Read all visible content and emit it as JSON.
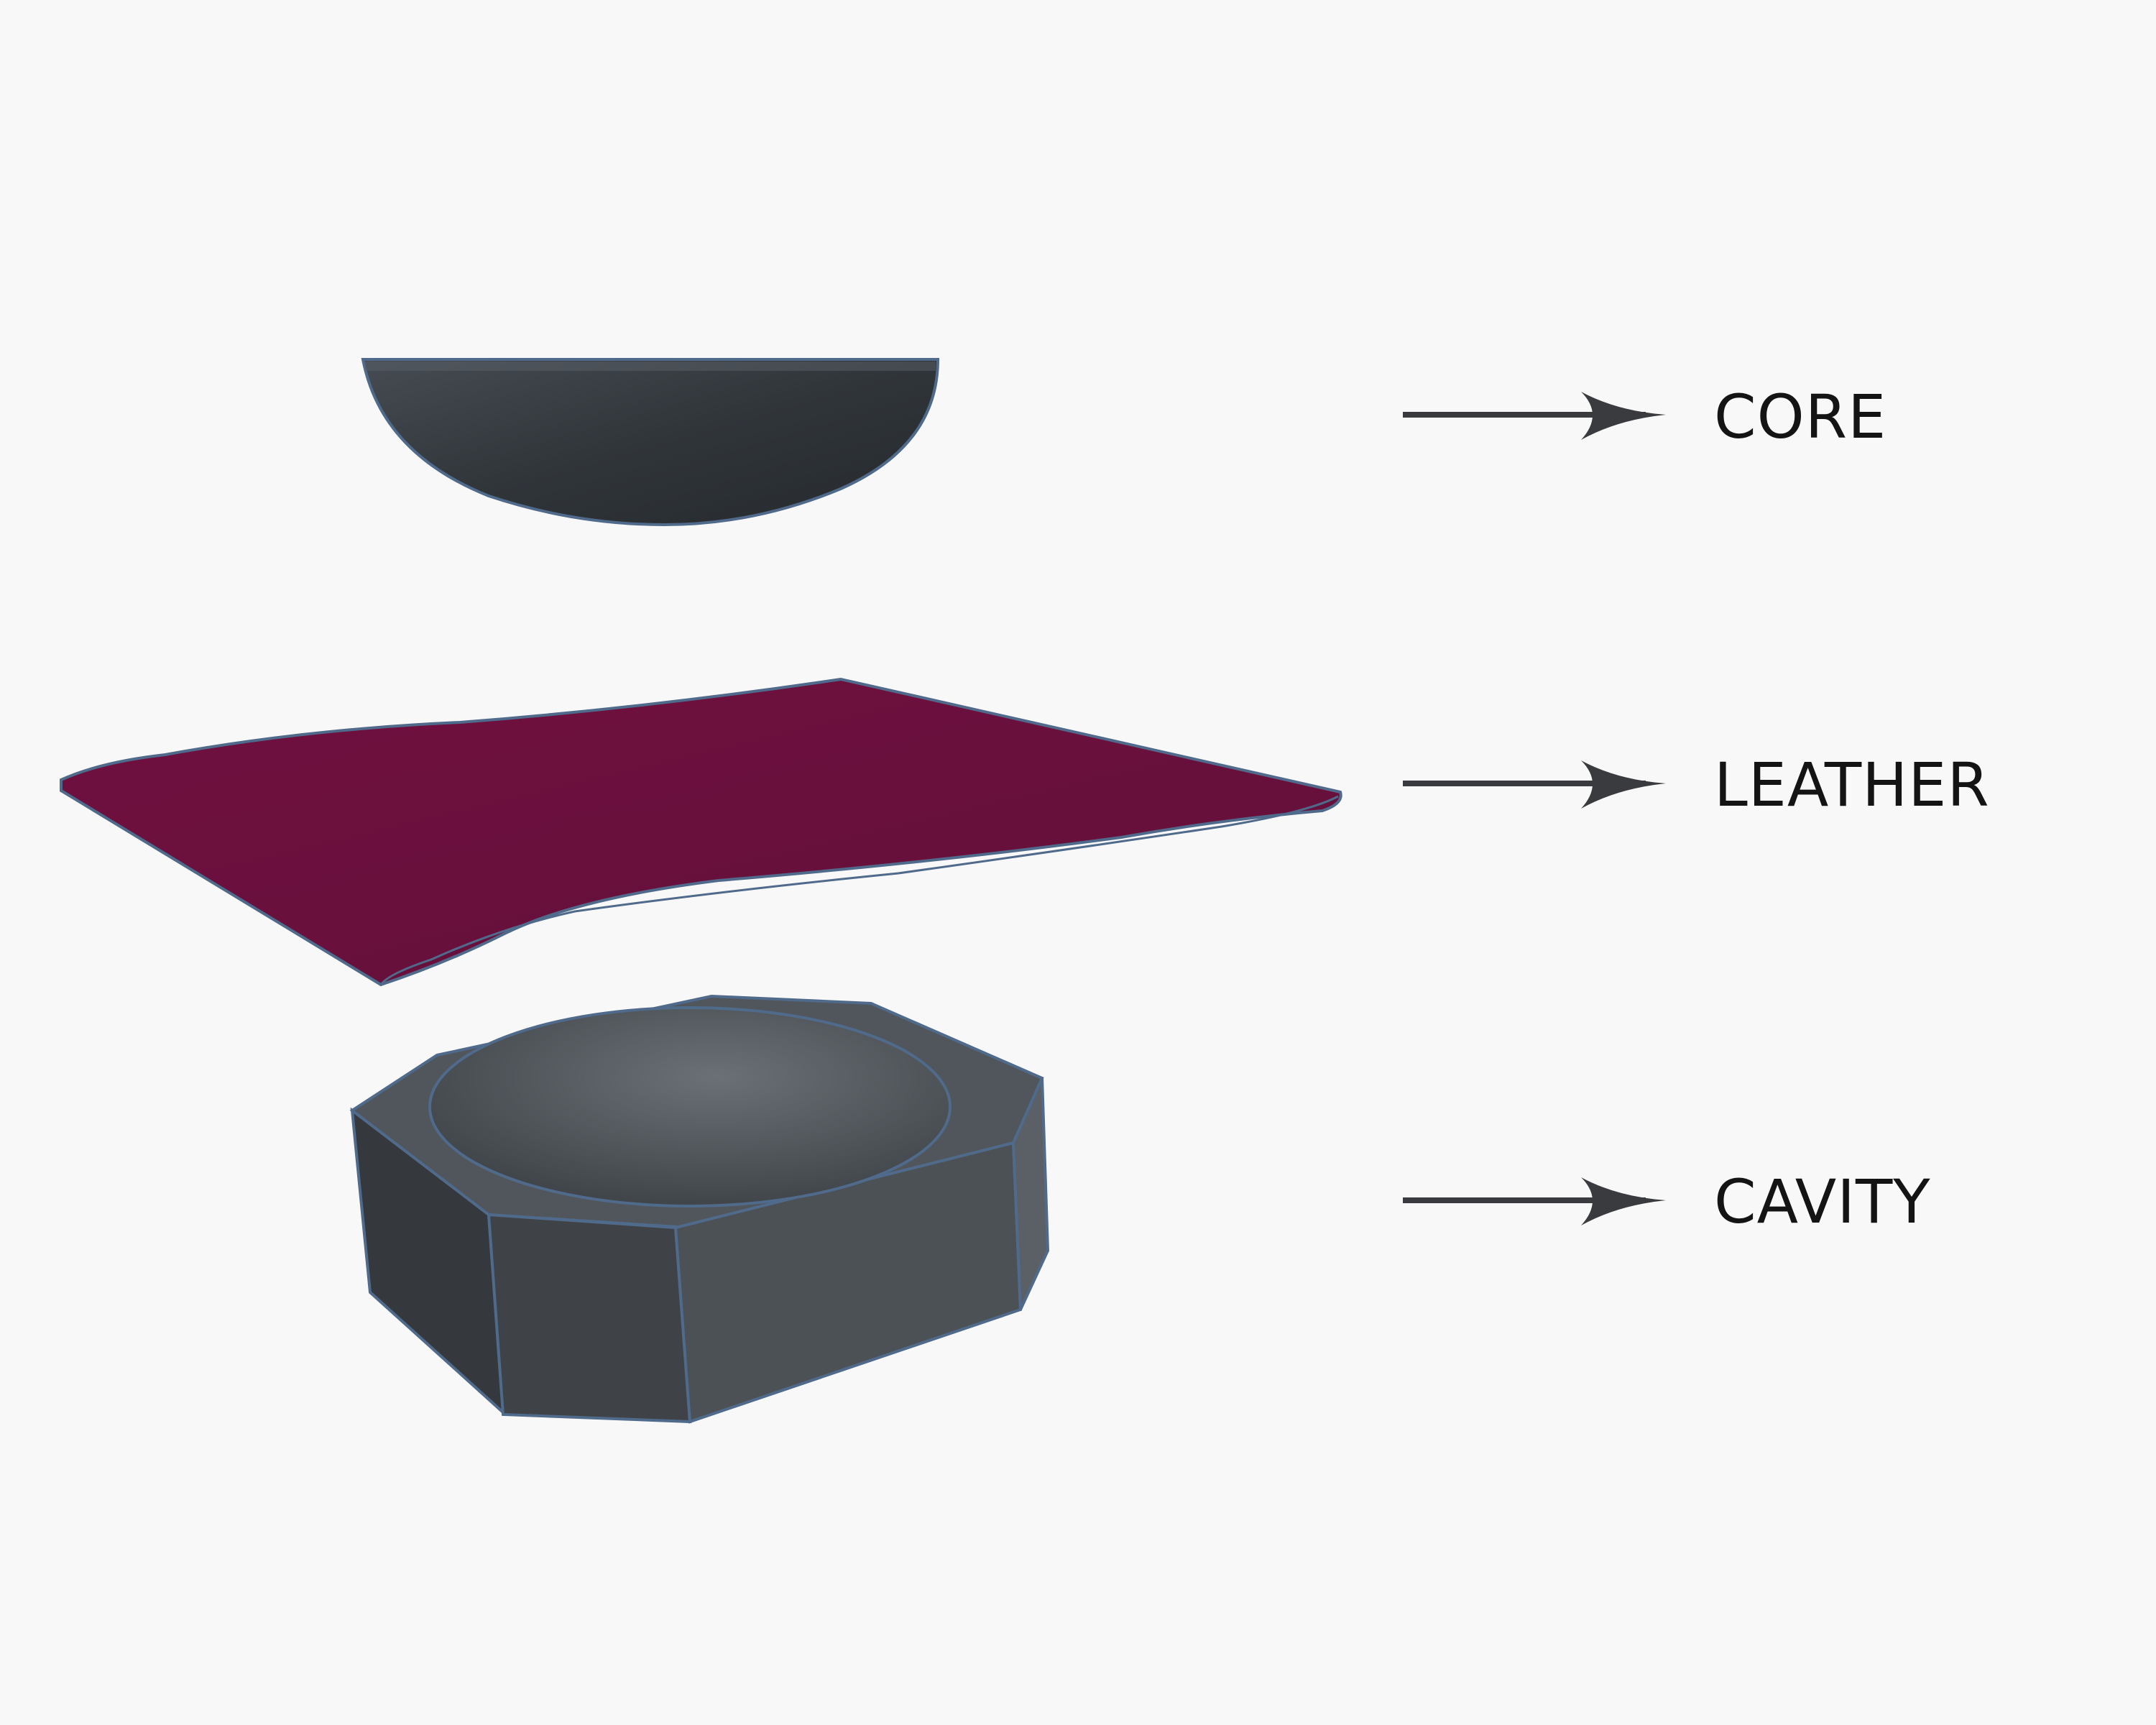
{
  "components": [
    {
      "id": "core",
      "label": "CORE",
      "color": "#30353a"
    },
    {
      "id": "leather",
      "label": "LEATHER",
      "color": "#6b1039"
    },
    {
      "id": "cavity",
      "label": "CAVITY",
      "color": "#45494d"
    }
  ],
  "colors": {
    "background": "#f8f8f8",
    "arrow": "#3a3b3f",
    "edge": "#4f6a8a",
    "text": "#141414"
  },
  "icons": [
    "arrow-right-icon"
  ]
}
